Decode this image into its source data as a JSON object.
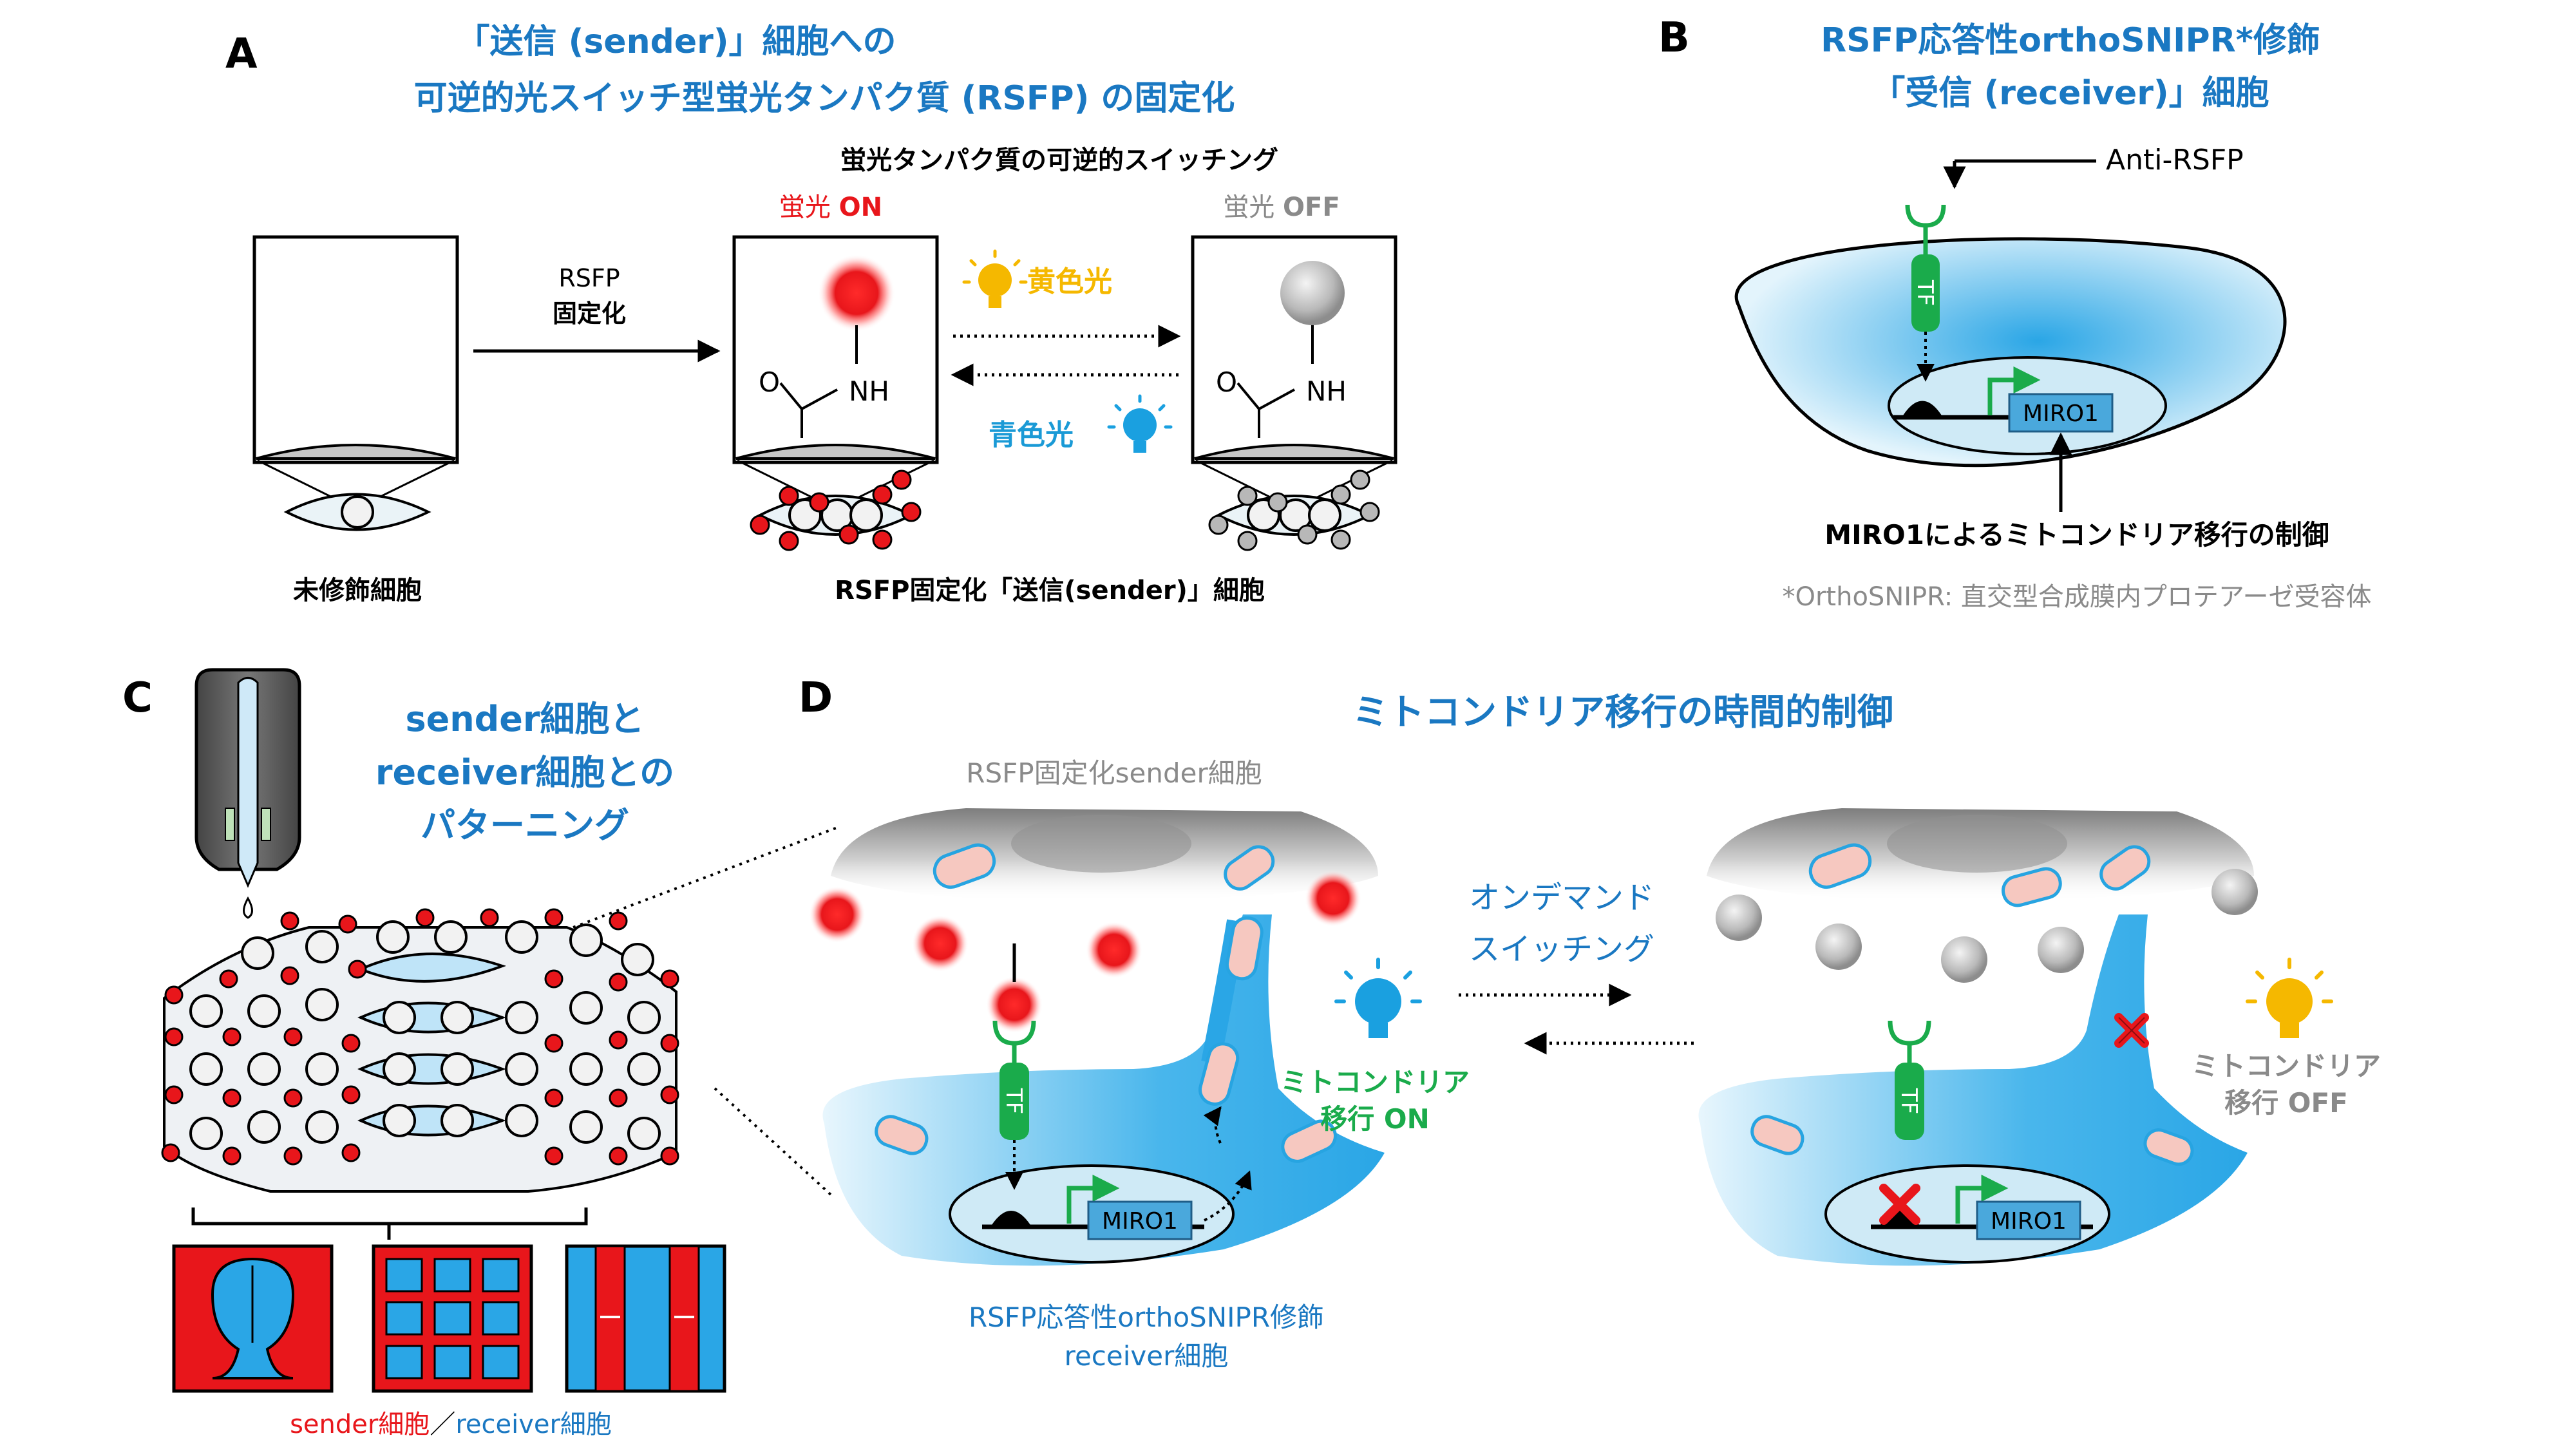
{
  "panel_letters": {
    "a": "A",
    "b": "B",
    "c": "C",
    "d": "D"
  },
  "panel_a": {
    "title_line1": "「送信 (sender)」細胞への",
    "title_line2": "可逆的光スイッチ型蛍光タンパク質 (RSFP) の固定化",
    "switching_title": "蛍光タンパク質の可逆的スイッチング",
    "fluor_on_prefix": "蛍光 ",
    "fluor_on_suffix": "ON",
    "fluor_off_prefix": "蛍光 ",
    "fluor_off_suffix": "OFF",
    "arrow_label_line1": "RSFP",
    "arrow_label_line2": "固定化",
    "yellow_light": "黄色光",
    "blue_light": "青色光",
    "chem_o": "O",
    "chem_nh": "NH",
    "unmodified_cell": "未修飾細胞",
    "sender_cell": "RSFP固定化「送信(sender)」細胞"
  },
  "panel_b": {
    "title_line1": "RSFP応答性orthoSNIPR*修飾",
    "title_line2": "「受信 (receiver)」細胞",
    "anti_rsfp": "Anti-RSFP",
    "tf": "TF",
    "miro1": "MIRO1",
    "control_caption": "MIRO1によるミトコンドリア移行の制御",
    "footnote": "*OrthoSNIPR: 直交型合成膜内プロテアーゼ受容体"
  },
  "panel_c": {
    "title_line1": "sender細胞と",
    "title_line2": "receiver細胞との",
    "title_line3": "パターニング",
    "legend_sender": "sender細胞",
    "legend_sep": "／",
    "legend_receiver": "receiver細胞"
  },
  "panel_d": {
    "title": "ミトコンドリア移行の時間的制御",
    "sender_label": "RSFP固定化sender細胞",
    "ondemand_line1": "オンデマンド",
    "ondemand_line2": "スイッチング",
    "transfer_on_line1": "ミトコンドリア",
    "transfer_on_line2": "移行 ON",
    "transfer_off_line1": "ミトコンドリア",
    "transfer_off_line2": "移行 OFF",
    "receiver_label_line1": "RSFP応答性orthoSNIPR修飾",
    "receiver_label_line2": "receiver細胞",
    "tf": "TF",
    "miro1": "MIRO1"
  },
  "colors": {
    "title_blue": "#1a78c2",
    "sender_red": "#e8161b",
    "receiver_blue": "#2aa6e6",
    "tf_green": "#1aab4b",
    "yellow": "#f5b800",
    "off_gray": "#8a8a8a"
  }
}
